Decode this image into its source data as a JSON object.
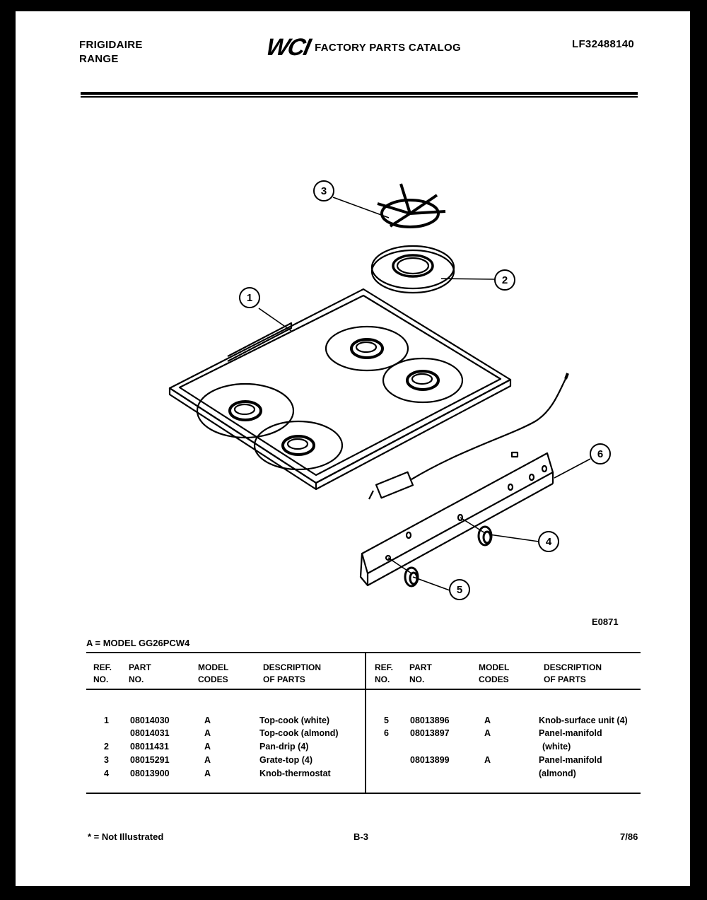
{
  "header": {
    "brand": "FRIGIDAIRE",
    "product": "RANGE",
    "logo": "WCI",
    "catalog_title": "FACTORY PARTS CATALOG",
    "document_number": "LF32488140"
  },
  "diagram": {
    "callouts": [
      "1",
      "2",
      "3",
      "4",
      "5",
      "6"
    ],
    "figure_code": "E0871"
  },
  "table": {
    "model_legend": "A = MODEL GG26PCW4",
    "headers": {
      "ref": "REF.\nNO.",
      "part": "PART\nNO.",
      "model": "MODEL\nCODES",
      "description": "DESCRIPTION\nOF PARTS"
    },
    "left_rows": [
      {
        "ref": "1",
        "part": "08014030",
        "model": "A",
        "description": "Top-cook (white)"
      },
      {
        "ref": "",
        "part": "08014031",
        "model": "A",
        "description": "Top-cook (almond)"
      },
      {
        "ref": "2",
        "part": "08011431",
        "model": "A",
        "description": "Pan-drip (4)"
      },
      {
        "ref": "3",
        "part": "08015291",
        "model": "A",
        "description": "Grate-top (4)"
      },
      {
        "ref": "4",
        "part": "08013900",
        "model": "A",
        "description": "Knob-thermostat"
      }
    ],
    "right_rows": [
      {
        "ref": "5",
        "part": "08013896",
        "model": "A",
        "description": "Knob-surface unit (4)"
      },
      {
        "ref": "6",
        "part": "08013897",
        "model": "A",
        "description": "Panel-manifold",
        "description_cont": "(white)"
      },
      {
        "ref": "",
        "part": "08013899",
        "model": "A",
        "description": "Panel-manifold",
        "description_cont": "(almond)"
      }
    ]
  },
  "footer": {
    "note": "* = Not Illustrated",
    "page": "B-3",
    "date": "7/86"
  }
}
